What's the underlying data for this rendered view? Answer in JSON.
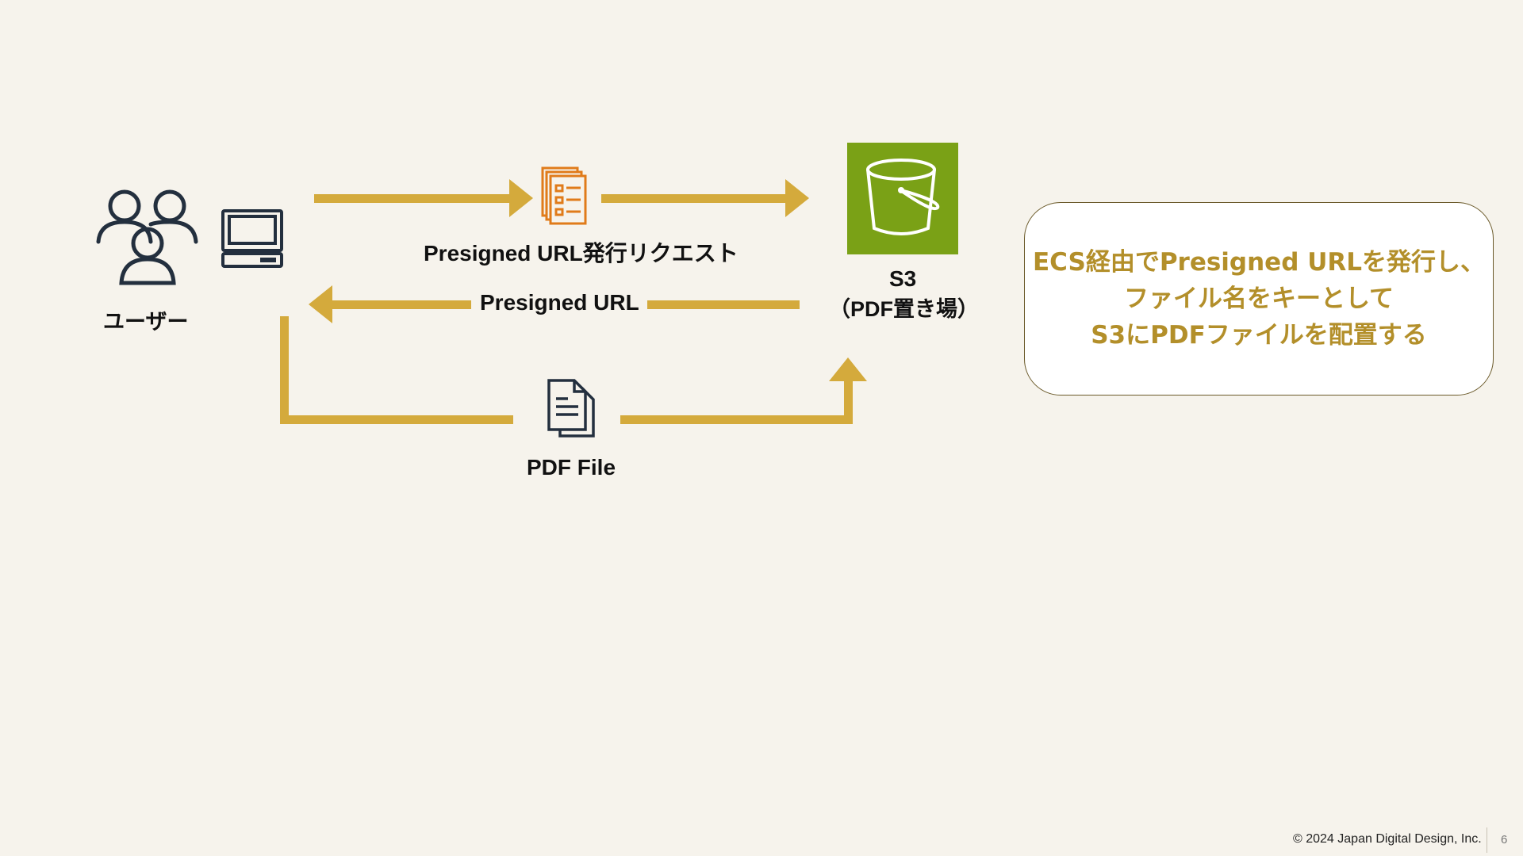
{
  "user": {
    "label": "ユーザー"
  },
  "s3": {
    "label_line1": "S3",
    "label_line2": "（PDF置き場）"
  },
  "arrows": {
    "request_label": "Presigned URL発行リクエスト",
    "response_label": "Presigned URL",
    "upload_label": "PDF File"
  },
  "callout": {
    "lines": [
      "ECS経由でPresigned URLを発行し、",
      "ファイル名をキーとして",
      "S3にPDFファイルを配置する"
    ]
  },
  "footer": {
    "copyright": "© 2024 Japan Digital Design, Inc.",
    "page": "6"
  },
  "colors": {
    "background": "#f6f3ec",
    "arrow": "#d4aa3c",
    "s3_bucket": "#7aa116",
    "request_icon": "#e07b1a",
    "icon_dark": "#232f3e",
    "callout_text": "#b38f2a"
  },
  "icons": {
    "users": "users-group-icon",
    "client": "desktop-computer-icon",
    "request": "document-stack-icon",
    "bucket": "s3-bucket-icon",
    "file": "pdf-document-icon"
  }
}
